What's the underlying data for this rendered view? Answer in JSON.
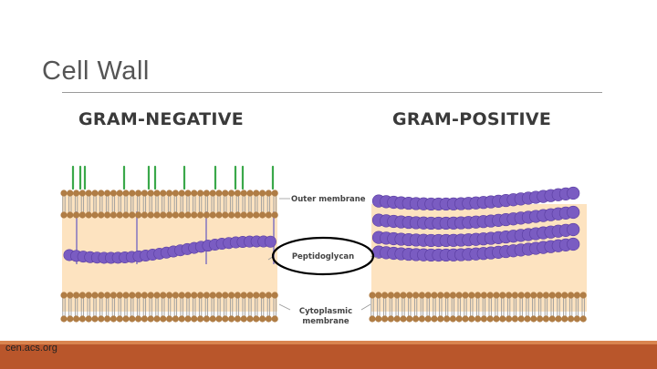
{
  "slide": {
    "title": "Cell Wall",
    "source": "cen.acs.org"
  },
  "diagram": {
    "panels": [
      {
        "heading": "GRAM-NEGATIVE"
      },
      {
        "heading": "GRAM-POSITIVE"
      }
    ],
    "labels": {
      "outer_membrane": "Outer membrane",
      "peptidoglycan": "Peptidoglycan",
      "cytoplasmic_line1": "Cytoplasmic",
      "cytoplasmic_line2": "membrane"
    },
    "colors": {
      "periplasm": "#fde3c0",
      "lipid_head": "#b07d45",
      "lipid_tail": "#9a9a9a",
      "peptidoglycan": "#7a5cc2",
      "lipopolysaccharide": "#3aa84a",
      "highlight_circle": "#000000",
      "footer": "#b9562b"
    }
  }
}
